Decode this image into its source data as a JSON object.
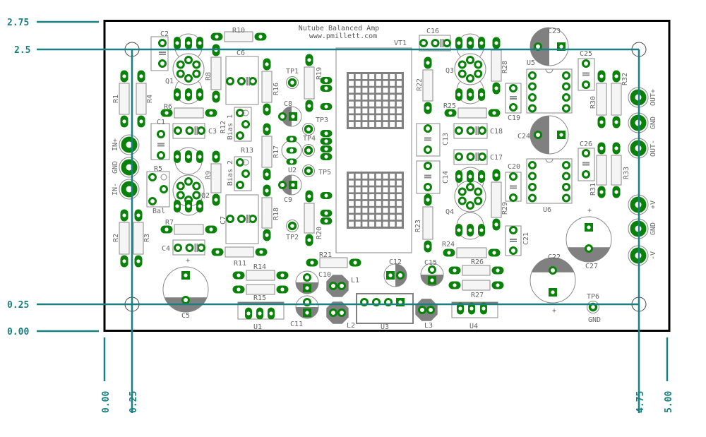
{
  "title": {
    "name": "Nutube Balanced Amp",
    "url": "www.pmillett.com"
  },
  "dimensions": {
    "y": {
      "top": "2.75",
      "hole_top": "2.5",
      "hole_bottom": "0.25",
      "bottom": "0.00"
    },
    "x": {
      "left": "0.00",
      "hole_left": "0.25",
      "hole_right": "4.75",
      "right": "5.00"
    }
  },
  "colors": {
    "copper": "#0a820a",
    "silk": "#808080",
    "dimension": "#1a7f80",
    "outline": "#000000"
  },
  "labels": {
    "C1": "C1",
    "C2": "C2",
    "C3": "C3",
    "C4": "C4",
    "C5": "C5",
    "C6": "C6",
    "C7": "C7",
    "C8": "C8",
    "C9": "C9",
    "C10": "C10",
    "C11": "C11",
    "C12": "C12",
    "C13": "C13",
    "C14": "C14",
    "C15": "C15",
    "C16": "C16",
    "C17": "C17",
    "C18": "C18",
    "C19": "C19",
    "C20": "C20",
    "C21": "C21",
    "C22": "C22",
    "C23": "C23",
    "C24": "C24",
    "C25": "C25",
    "C26": "C26",
    "C27": "C27",
    "R1": "R1",
    "R2": "R2",
    "R3": "R3",
    "R4": "R4",
    "R5": "R5",
    "R6": "R6",
    "R7": "R7",
    "R8": "R8",
    "R9": "R9",
    "R10": "R10",
    "R11": "R11",
    "R12": "R12",
    "R13": "R13",
    "R14": "R14",
    "R15": "R15",
    "R16": "R16",
    "R17": "R17",
    "R18": "R18",
    "R19": "R19",
    "R20": "R20",
    "R21": "R21",
    "R22": "R22",
    "R23": "R23",
    "R24": "R24",
    "R25": "R25",
    "R26": "R26",
    "R27": "R27",
    "R28": "R28",
    "R29": "R29",
    "R30": "R30",
    "R31": "R31",
    "R32": "R32",
    "R33": "R33",
    "Q1": "Q1",
    "Q2": "Q2",
    "Q3": "Q3",
    "Q4": "Q4",
    "U1": "U1",
    "U2": "U2",
    "U3": "U3",
    "U4": "U4",
    "U5": "U5",
    "U6": "U6",
    "L1": "L1",
    "L2": "L2",
    "L3": "L3",
    "VT1": "VT1",
    "TP1": "TP1",
    "TP2": "TP2",
    "TP3": "TP3",
    "TP4": "TP4",
    "TP5": "TP5",
    "TP6": "TP6",
    "bias1": "Bias 1",
    "bias2": "Bias 2",
    "bal": "Bal",
    "in_plus": "IN+",
    "in_gnd": "GND",
    "in_minus": "IN-",
    "out_plus": "OUT+",
    "out_gnd": "GND",
    "out_minus": "OUT-",
    "v_plus": "+V",
    "v_gnd": "GND",
    "v_minus": "-V",
    "tp6_gnd": "GND"
  }
}
